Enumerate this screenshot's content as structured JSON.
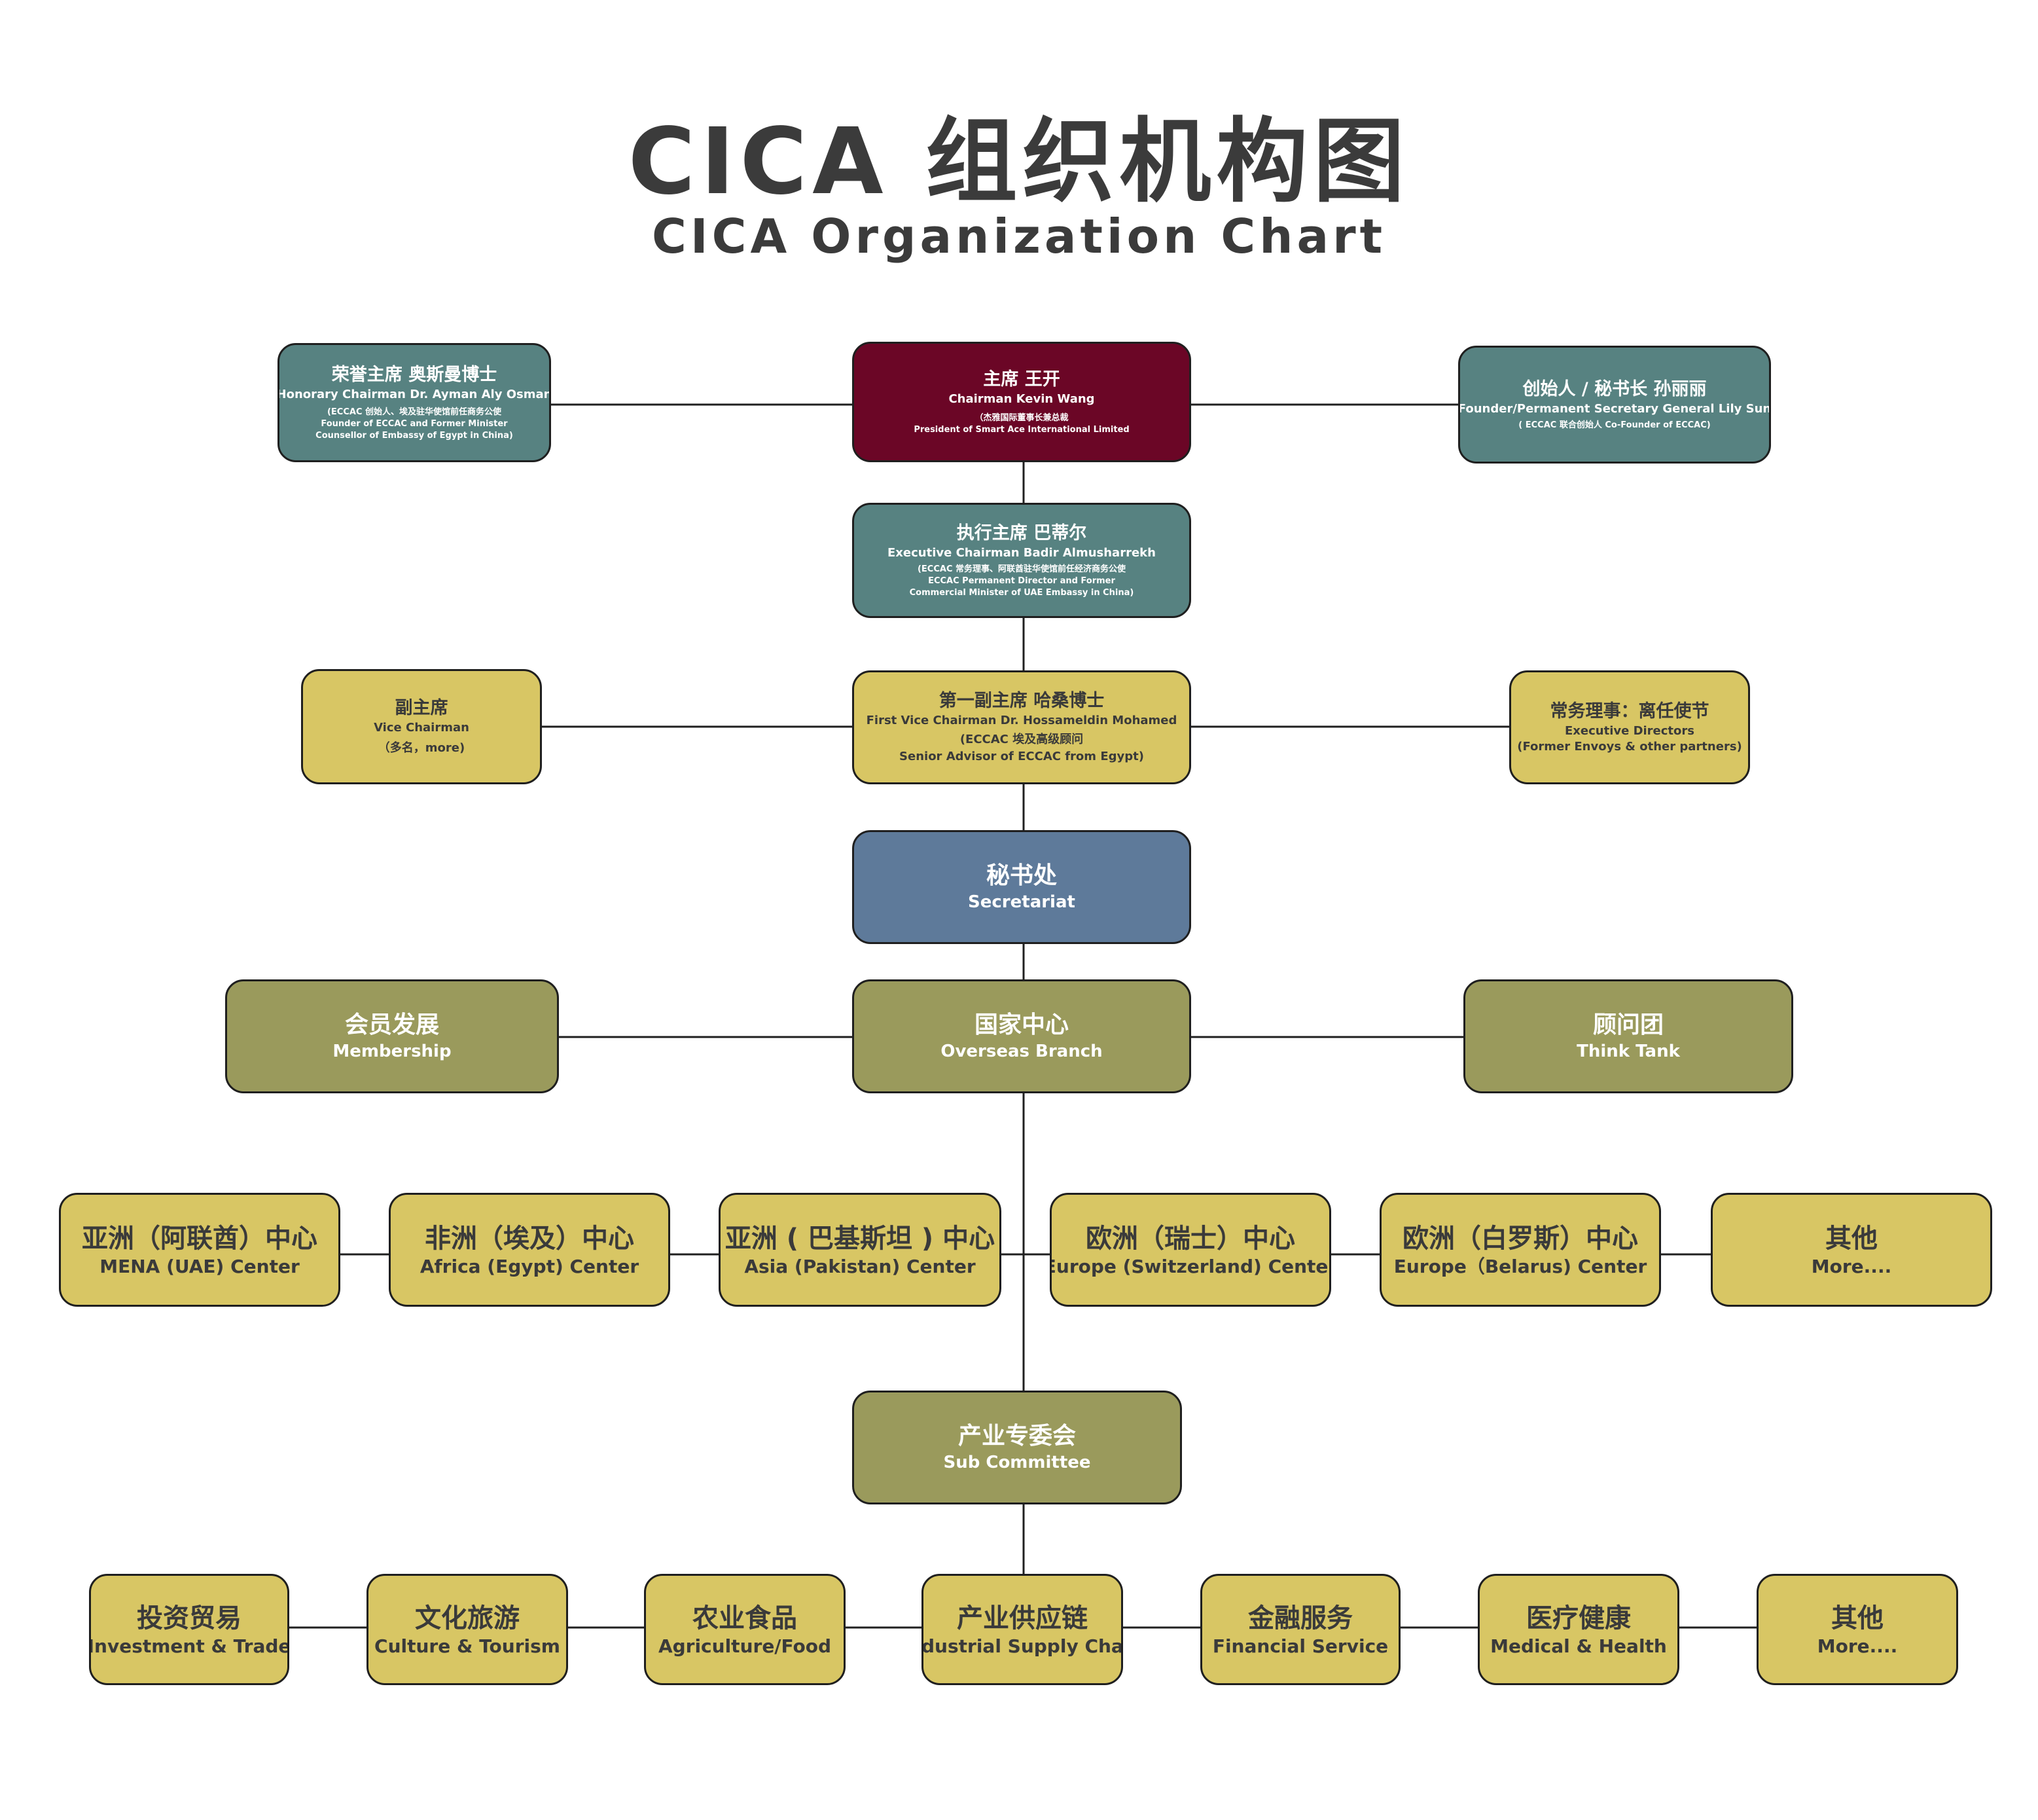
{
  "title": {
    "cn": "CICA 组织机构图",
    "en": "CICA Organization Chart"
  },
  "top": {
    "chairman": {
      "cn": "主席 王开",
      "en": "Chairman  Kevin Wang",
      "note1": "（杰雅国际董事长兼总裁",
      "note2": "President of Smart Ace International Limited"
    },
    "honorary": {
      "cn": "荣誉主席  奥斯曼博士",
      "en": "Honorary Chairman  Dr. Ayman Aly Osman",
      "note1": "(ECCAC 创始人、埃及驻华使馆前任商务公使",
      "note2": "Founder of ECCAC and Former Minister",
      "note3": "Counsellor of Embassy of Egypt in China)"
    },
    "founder": {
      "cn": "创始人 / 秘书长 孙丽丽",
      "en": "Founder/Permanent Secretary General  Lily Sun",
      "note1": "( ECCAC 联合创始人  Co-Founder of ECCAC)"
    },
    "executive": {
      "cn": "执行主席 巴蒂尔",
      "en": "Executive Chairman  Badir Almusharrekh",
      "note1": "(ECCAC 常务理事、阿联酋驻华使馆前任经济商务公使",
      "note2": "ECCAC Permanent Director and Former",
      "note3": "Commercial Minister of UAE Embassy in China)"
    },
    "first_vice": {
      "cn": "第一副主席  哈桑博士",
      "en": "First Vice Chairman  Dr. Hossameldin Mohamed",
      "note1": "(ECCAC 埃及高级顾问",
      "note2": "Senior Advisor of ECCAC from Egypt)"
    },
    "vice": {
      "cn": "副主席",
      "en": "Vice Chairman",
      "note1": "（多名，more)"
    },
    "exec_directors": {
      "cn": "常务理事：离任使节",
      "en": "Executive Directors",
      "note1": "(Former Envoys & other partners)"
    }
  },
  "secretariat": {
    "cn": "秘书处",
    "en": "Secretariat"
  },
  "branch_row": {
    "membership": {
      "cn": "会员发展",
      "en": "Membership"
    },
    "overseas": {
      "cn": "国家中心",
      "en": "Overseas Branch"
    },
    "think_tank": {
      "cn": "顾问团",
      "en": "Think Tank"
    }
  },
  "centers": [
    {
      "cn": "亚洲（阿联酋）中心",
      "en": "MENA (UAE) Center"
    },
    {
      "cn": "非洲（埃及）中心",
      "en": "Africa (Egypt) Center"
    },
    {
      "cn": "亚洲 ( 巴基斯坦 ) 中心",
      "en": "Asia (Pakistan) Center"
    },
    {
      "cn": "欧洲（瑞士）中心",
      "en": "Europe (Switzerland) Center"
    },
    {
      "cn": "欧洲（白罗斯）中心",
      "en": "Europe（Belarus) Center"
    },
    {
      "cn": "其他",
      "en": "More...."
    }
  ],
  "sub_committee": {
    "cn": "产业专委会",
    "en": "Sub Committee"
  },
  "committees": [
    {
      "cn": "投资贸易",
      "en": "Investment & Trade"
    },
    {
      "cn": "文化旅游",
      "en": "Culture & Tourism"
    },
    {
      "cn": "农业食品",
      "en": "Agriculture/Food"
    },
    {
      "cn": "产业供应链",
      "en": "Industrial Supply Chain"
    },
    {
      "cn": "金融服务",
      "en": "Financial Service"
    },
    {
      "cn": "医疗健康",
      "en": "Medical & Health"
    },
    {
      "cn": "其他",
      "en": "More...."
    }
  ],
  "colors": {
    "teal": "#578281",
    "maroon": "#6b0626",
    "slate": "#5e7a9a",
    "yellow": "#d8c664",
    "olive": "#9a9a5c",
    "title": "#3b3b3b"
  }
}
